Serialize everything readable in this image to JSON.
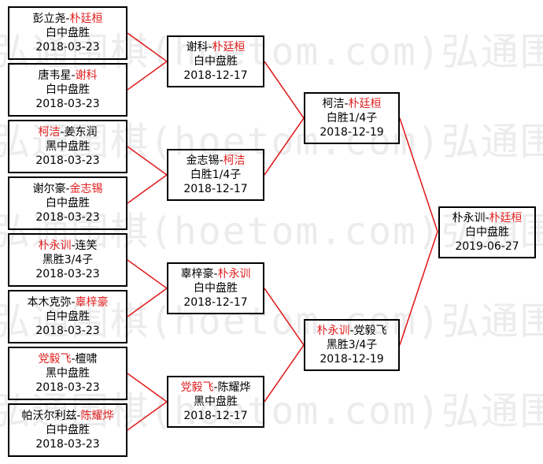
{
  "watermark": {
    "text": "弘通围棋(hoetom.com)弘通围棋(hoetom.com)"
  },
  "colors": {
    "winner": "#e02020",
    "text": "#000000",
    "connector": "#e02020"
  },
  "matches": {
    "r1_1": {
      "p1": "彭立尧",
      "sep": "-",
      "p2": "朴廷桓",
      "result": "白中盘胜",
      "date": "2018-03-23"
    },
    "r1_2": {
      "p1": "唐韦星",
      "sep": "-",
      "p2": "谢科",
      "result": "白中盘胜",
      "date": "2018-03-23"
    },
    "r1_3": {
      "p1": "柯洁",
      "sep": "-",
      "p2": "姜东润",
      "result": "黑中盘胜",
      "date": "2018-03-23"
    },
    "r1_4": {
      "p1": "谢尔豪",
      "sep": "-",
      "p2": "金志锡",
      "result": "白中盘胜",
      "date": "2018-03-23"
    },
    "r1_5": {
      "p1": "朴永训",
      "sep": "-",
      "p2": "连笑",
      "result": "黑胜3/4子",
      "date": "2018-03-23"
    },
    "r1_6": {
      "p1": "本木克弥",
      "sep": "-",
      "p2": "辜梓豪",
      "result": "白中盘胜",
      "date": "2018-03-23"
    },
    "r1_7": {
      "p1": "党毅飞",
      "sep": "-",
      "p2": "檀啸",
      "result": "黑中盘胜",
      "date": "2018-03-23"
    },
    "r1_8": {
      "p1": "帕沃尔利兹",
      "sep": "-",
      "p2": "陈耀烨",
      "result": "白中盘胜",
      "date": "2018-03-23"
    },
    "r2_1": {
      "p1": "谢科",
      "sep": "-",
      "p2": "朴廷桓",
      "result": "白中盘胜",
      "date": "2018-12-17"
    },
    "r2_2": {
      "p1": "金志锡",
      "sep": "-",
      "p2": "柯洁",
      "result": "白胜1/4子",
      "date": "2018-12-17"
    },
    "r2_3": {
      "p1": "辜梓豪",
      "sep": "-",
      "p2": "朴永训",
      "result": "白中盘胜",
      "date": "2018-12-17"
    },
    "r2_4": {
      "p1": "党毅飞",
      "sep": "-",
      "p2": "陈耀烨",
      "result": "黑中盘胜",
      "date": "2018-12-17"
    },
    "r3_1": {
      "p1": "柯洁",
      "sep": "-",
      "p2": "朴廷桓",
      "result": "白胜1/4子",
      "date": "2018-12-19"
    },
    "r3_2": {
      "p1": "朴永训",
      "sep": "-",
      "p2": "党毅飞",
      "result": "黑胜3/4子",
      "date": "2018-12-19"
    },
    "final": {
      "p1": "朴永训",
      "sep": "-",
      "p2": "朴廷桓",
      "result": "白中盘胜",
      "date": "2019-06-27"
    }
  }
}
